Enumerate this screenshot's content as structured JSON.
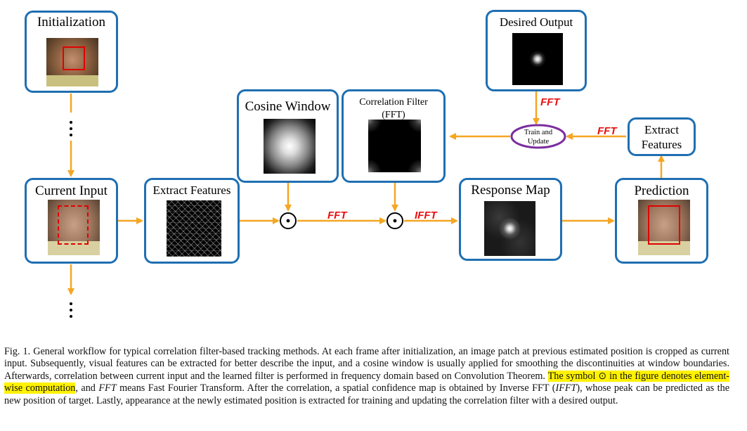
{
  "boxes": {
    "initialization": "Initialization",
    "current_input": "Current Input",
    "extract_features": "Extract Features",
    "cosine_window": "Cosine Window",
    "correlation_filter_line1": "Correlation Filter",
    "correlation_filter_line2": "(FFT)",
    "response_map": "Response Map",
    "prediction": "Prediction",
    "desired_output": "Desired Output",
    "extract_features_2_line1": "Extract",
    "extract_features_2_line2": "Features"
  },
  "labels": {
    "fft_1": "FFT",
    "ifft": "IFFT",
    "fft_desired": "FFT",
    "fft_extract": "FFT",
    "train_line1": "Train and",
    "train_line2": "Update",
    "odot": "⊙",
    "dots": "⋮"
  },
  "caption": {
    "part1": "Fig. 1.  General workflow for typical correlation filter-based tracking methods. At each frame after initialization, an image patch at previous estimated position is cropped as current input. Subsequently, visual features can be extracted for better describe the input, and a cosine window is usually applied for smoothing the discontinuities at window boundaries. Afterwards, correlation between current input and the learned filter is performed in frequency domain based on Convolution Theorem. ",
    "highlight": "The symbol ⊙ in the figure denotes element-wise computation",
    "part2": ", and ",
    "fft_word": "FFT",
    "part3": " means Fast Fourier Transform. After the correlation, a spatial confidence map is obtained by Inverse FFT (",
    "ifft_word": "IFFT",
    "part4": "), whose peak can be predicted as the new position of target. Lastly, appearance at the newly estimated position is extracted for training and updating the correlation filter with a desired output."
  },
  "colors": {
    "box_border": "#1f6fb2",
    "arrow": "#f5a623",
    "fft_label": "#e81010",
    "train_ellipse": "#7b2d9e",
    "highlight": "#fff200"
  }
}
